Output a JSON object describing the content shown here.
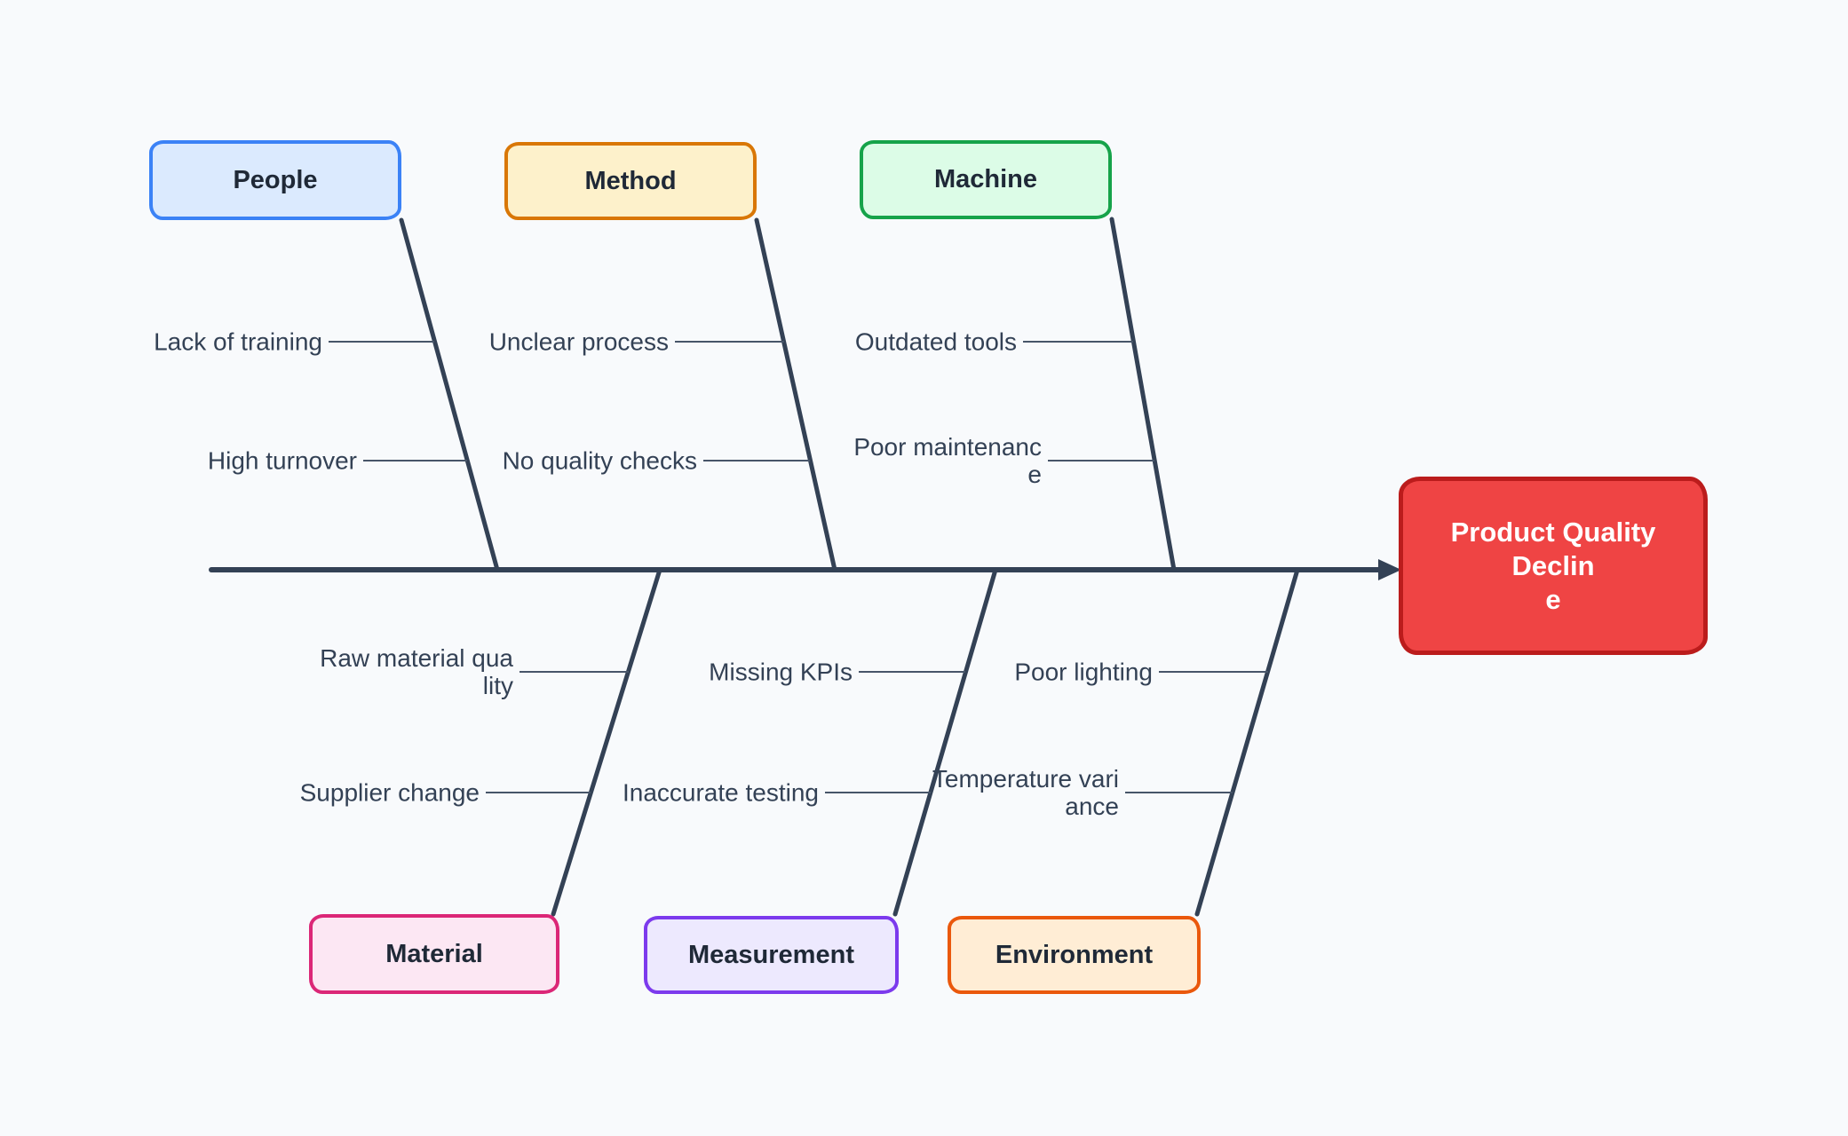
{
  "colors": {
    "background": "#f8fafc",
    "line": "#334155",
    "connector": "#475569",
    "cause_text": "#334155",
    "category_text": "#1f2937"
  },
  "effect": {
    "label": "Product Quality Declin\ne",
    "fill": "#ef4444",
    "border": "#bb1c1c",
    "text_color": "#ffffff"
  },
  "categories": [
    {
      "label": "People",
      "side": "top",
      "fill": "#dbeafe",
      "border": "#3b82f6",
      "causes": [
        {
          "label": "Lack of training"
        },
        {
          "label": "High turnover"
        }
      ]
    },
    {
      "label": "Method",
      "side": "top",
      "fill": "#fdf1cb",
      "border": "#d97706",
      "causes": [
        {
          "label": "Unclear process"
        },
        {
          "label": "No quality checks"
        }
      ]
    },
    {
      "label": "Machine",
      "side": "top",
      "fill": "#dcfce7",
      "border": "#16a34a",
      "causes": [
        {
          "label": "Outdated tools"
        },
        {
          "label": "Poor maintenanc\ne"
        }
      ]
    },
    {
      "label": "Material",
      "side": "bottom",
      "fill": "#fce7f3",
      "border": "#db2777",
      "causes": [
        {
          "label": "Raw material qua\nlity"
        },
        {
          "label": "Supplier change"
        }
      ]
    },
    {
      "label": "Measurement",
      "side": "bottom",
      "fill": "#ede9fe",
      "border": "#7c3aed",
      "causes": [
        {
          "label": "Missing KPIs"
        },
        {
          "label": "Inaccurate testing"
        }
      ]
    },
    {
      "label": "Environment",
      "side": "bottom",
      "fill": "#ffedd5",
      "border": "#ea580c",
      "causes": [
        {
          "label": "Poor lighting"
        },
        {
          "label": "Temperature vari\nance"
        }
      ]
    }
  ]
}
